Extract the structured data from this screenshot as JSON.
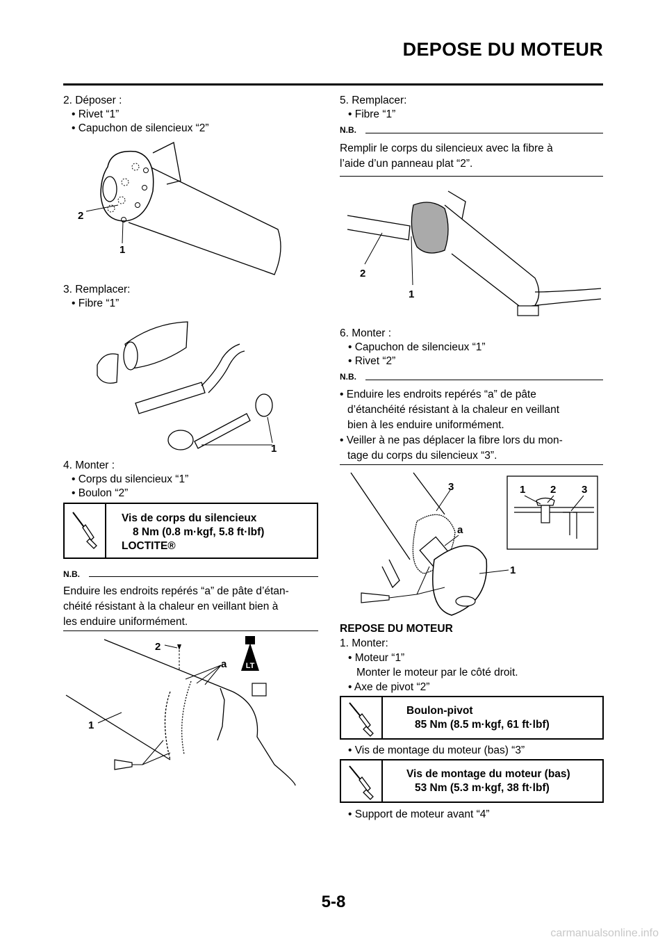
{
  "header": {
    "title": "DEPOSE DU MOTEUR"
  },
  "footer": {
    "page_number": "5-8",
    "site": "carmanualsonline.info"
  },
  "left": {
    "s2": {
      "step": "2.  Déposer :",
      "b1": "• Rivet “1”",
      "b2": "• Capuchon de silencieux “2”"
    },
    "fig1": {
      "l2": "2",
      "l1": "1"
    },
    "s3": {
      "step": "3.  Remplacer:",
      "b1": "• Fibre “1”"
    },
    "fig2": {
      "l1": "1"
    },
    "s4": {
      "step": "4.  Monter :",
      "b1": "• Corps du silencieux “1”",
      "b2": "• Boulon “2”"
    },
    "spec": {
      "title": "Vis de corps du silencieux",
      "value": "8 Nm (0.8 m·kgf, 5.8 ft·lbf)",
      "extra": "LOCTITE®"
    },
    "nb": {
      "label": "N.B.",
      "l1": "Enduire les endroits repérés “a” de pâte d’étan-",
      "l2": "chéité résistant à la chaleur en veillant bien à",
      "l3": "les enduire uniformément."
    },
    "fig3": {
      "l2": "2",
      "la": "a",
      "l1": "1",
      "lt": "LT"
    }
  },
  "right": {
    "s5": {
      "step": "5.  Remplacer:",
      "b1": "• Fibre “1”"
    },
    "nb1": {
      "label": "N.B.",
      "l1": "Remplir le corps du silencieux avec la fibre à",
      "l2": "l’aide d’un panneau plat “2”."
    },
    "fig4": {
      "l2": "2",
      "l1": "1"
    },
    "s6": {
      "step": "6.  Monter :",
      "b1": "• Capuchon de silencieux “1”",
      "b2": "• Rivet “2”"
    },
    "nb2": {
      "label": "N.B.",
      "l1": "• Enduire les endroits repérés “a” de pâte",
      "l2": "d’étanchéité résistant à la chaleur en veillant",
      "l3": "bien à les enduire uniformément.",
      "l4": "• Veiller à ne pas déplacer la fibre lors du mon-",
      "l5": "tage du corps du silencieux “3”."
    },
    "fig5": {
      "l3a": "3",
      "la": "a",
      "l1": "1",
      "i1": "1",
      "i2": "2",
      "i3": "3"
    },
    "repose": {
      "heading": "REPOSE DU MOTEUR",
      "step": "1.  Monter:",
      "b1": "• Moteur “1”",
      "b1note": "Monter le moteur par le côté droit.",
      "b2": "• Axe de pivot “2”",
      "spec1": {
        "title": "Boulon-pivot",
        "value": "85 Nm (8.5 m·kgf, 61 ft·lbf)"
      },
      "b3": "• Vis de montage du moteur (bas) “3”",
      "spec2": {
        "title": "Vis de montage du moteur (bas)",
        "value": "53 Nm (5.3 m·kgf, 38 ft·lbf)"
      },
      "b4": "• Support de moteur avant “4”"
    }
  }
}
